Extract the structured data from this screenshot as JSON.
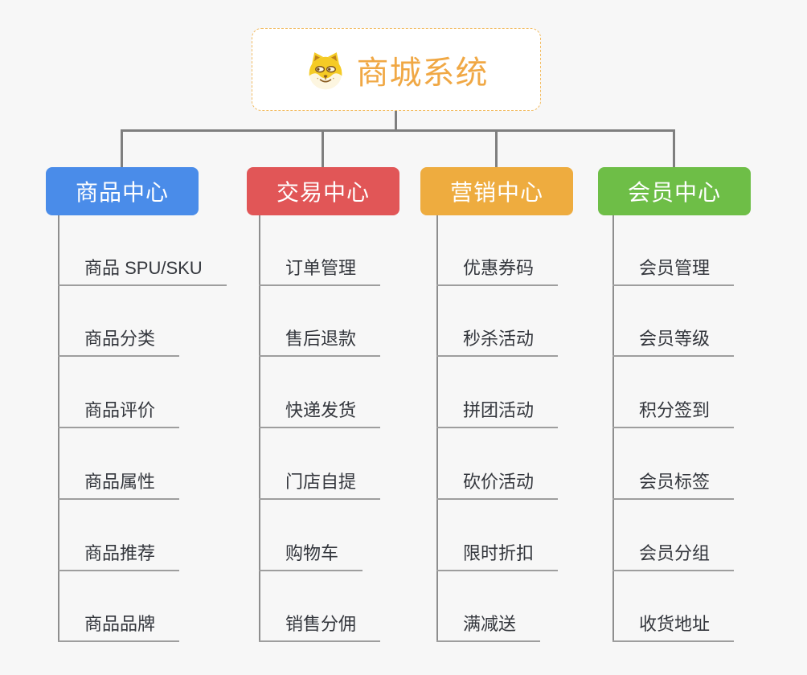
{
  "root": {
    "title": "商城系统",
    "icon": "doge-icon"
  },
  "branches": [
    {
      "label": "商品中心",
      "color": "#4A8CE9",
      "items": [
        "商品 SPU/SKU",
        "商品分类",
        "商品评价",
        "商品属性",
        "商品推荐",
        "商品品牌"
      ]
    },
    {
      "label": "交易中心",
      "color": "#E15657",
      "items": [
        "订单管理",
        "售后退款",
        "快递发货",
        "门店自提",
        "购物车",
        "销售分佣"
      ]
    },
    {
      "label": "营销中心",
      "color": "#EEAC3F",
      "items": [
        "优惠券码",
        "秒杀活动",
        "拼团活动",
        "砍价活动",
        "限时折扣",
        "满减送"
      ]
    },
    {
      "label": "会员中心",
      "color": "#6EBE47",
      "items": [
        "会员管理",
        "会员等级",
        "积分签到",
        "会员标签",
        "会员分组",
        "收货地址"
      ]
    }
  ],
  "colors": {
    "background": "#F7F7F7",
    "connector": "#7F7F7F",
    "root_text": "#F0A845",
    "root_border": "#F2BC63",
    "item_text": "#33363C",
    "item_underline": "#9E9E9E"
  }
}
